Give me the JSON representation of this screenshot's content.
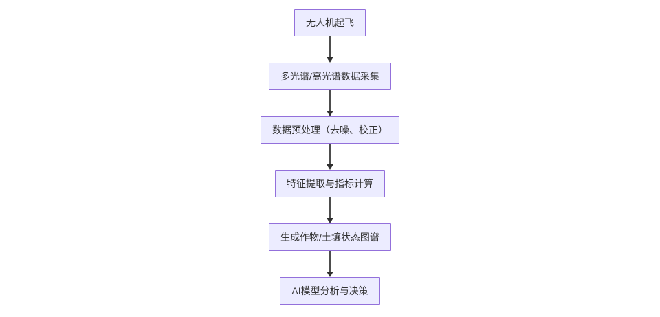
{
  "diagram": {
    "type": "flowchart",
    "direction": "top-down",
    "colors": {
      "node_fill": "#ECECFF",
      "node_border": "#9370DB",
      "edge": "#333333",
      "text": "#333333",
      "background": "#FFFFFF"
    },
    "nodes": [
      {
        "id": "takeoff",
        "label": "无人机起飞"
      },
      {
        "id": "data-collection",
        "label": "多光谱/高光谱数据采集"
      },
      {
        "id": "preprocessing",
        "label": "数据预处理（去噪、校正）"
      },
      {
        "id": "feature-extraction",
        "label": "特征提取与指标计算"
      },
      {
        "id": "state-map",
        "label": "生成作物/土壤状态图谱"
      },
      {
        "id": "ai-analysis",
        "label": "AI模型分析与决策"
      }
    ],
    "edges": [
      {
        "from": "takeoff",
        "to": "data-collection"
      },
      {
        "from": "data-collection",
        "to": "preprocessing"
      },
      {
        "from": "preprocessing",
        "to": "feature-extraction"
      },
      {
        "from": "feature-extraction",
        "to": "state-map"
      },
      {
        "from": "state-map",
        "to": "ai-analysis"
      }
    ]
  }
}
